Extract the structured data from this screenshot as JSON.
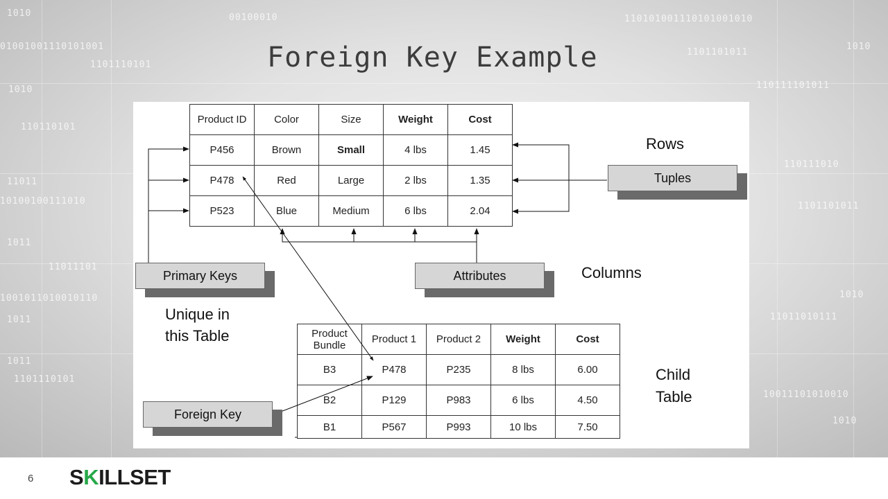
{
  "slide": {
    "title": "Foreign Key Example",
    "number": "6",
    "brand": {
      "pre": "S",
      "mark": "K",
      "post": "ILLSET"
    }
  },
  "parent_table": {
    "headers": [
      "Product ID",
      "Color",
      "Size",
      "Weight",
      "Cost"
    ],
    "rows": [
      [
        "P456",
        "Brown",
        "Small",
        "4 lbs",
        "1.45"
      ],
      [
        "P478",
        "Red",
        "Large",
        "2 lbs",
        "1.35"
      ],
      [
        "P523",
        "Blue",
        "Medium",
        "6 lbs",
        "2.04"
      ]
    ]
  },
  "child_table": {
    "headers": [
      "Product Bundle",
      "Product 1",
      "Product 2",
      "Weight",
      "Cost"
    ],
    "rows": [
      [
        "B3",
        "P478",
        "P235",
        "8 lbs",
        "6.00"
      ],
      [
        "B2",
        "P129",
        "P983",
        "6 lbs",
        "4.50"
      ],
      [
        "B1",
        "P567",
        "P993",
        "10 lbs",
        "7.50"
      ]
    ]
  },
  "callouts": {
    "primary_keys": "Primary Keys",
    "attributes": "Attributes",
    "tuples": "Tuples",
    "foreign_key": "Foreign Key"
  },
  "labels": {
    "rows": "Rows",
    "columns": "Columns",
    "unique_line1": "Unique in",
    "unique_line2": "this Table",
    "child_line1": "Child",
    "child_line2": "Table"
  },
  "colors": {
    "brand_check": "#27a84a",
    "callout_fill": "#d6d6d6",
    "callout_shadow": "#6a6a6a"
  }
}
